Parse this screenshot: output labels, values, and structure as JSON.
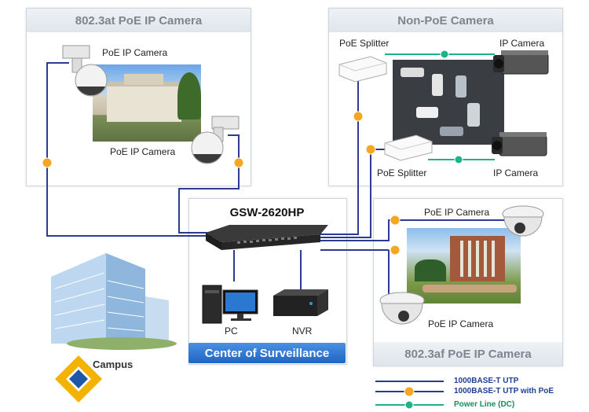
{
  "panels": {
    "poe_at": {
      "title": "802.3at PoE IP Camera",
      "camera_top": "PoE IP Camera",
      "camera_bottom": "PoE IP Camera"
    },
    "non_poe": {
      "title": "Non-PoE Camera",
      "splitter_top": "PoE Splitter",
      "camera_top": "IP Camera",
      "splitter_bottom": "PoE Splitter",
      "camera_bottom": "IP Camera"
    },
    "poe_af": {
      "title": "802.3af PoE IP Camera",
      "camera_top": "PoE IP Camera",
      "camera_bottom": "PoE IP Camera"
    }
  },
  "center": {
    "switch": "GSW-2620HP",
    "pc": "PC",
    "nvr": "NVR",
    "title": "Center of Surveillance"
  },
  "campus": {
    "label": "Campus"
  },
  "legend": [
    {
      "label": "1000BASE-T UTP",
      "color": "#2b3a93"
    },
    {
      "label": "1000BASE-T UTP with PoE",
      "color": "#2b3a93"
    },
    {
      "label": "Power Line (DC)",
      "color": "#1fb28a"
    }
  ],
  "colors": {
    "utp": "#2b3a93",
    "poe_dot": "#f5a623",
    "dc": "#1fb28a",
    "accent": "#2a74d0"
  }
}
